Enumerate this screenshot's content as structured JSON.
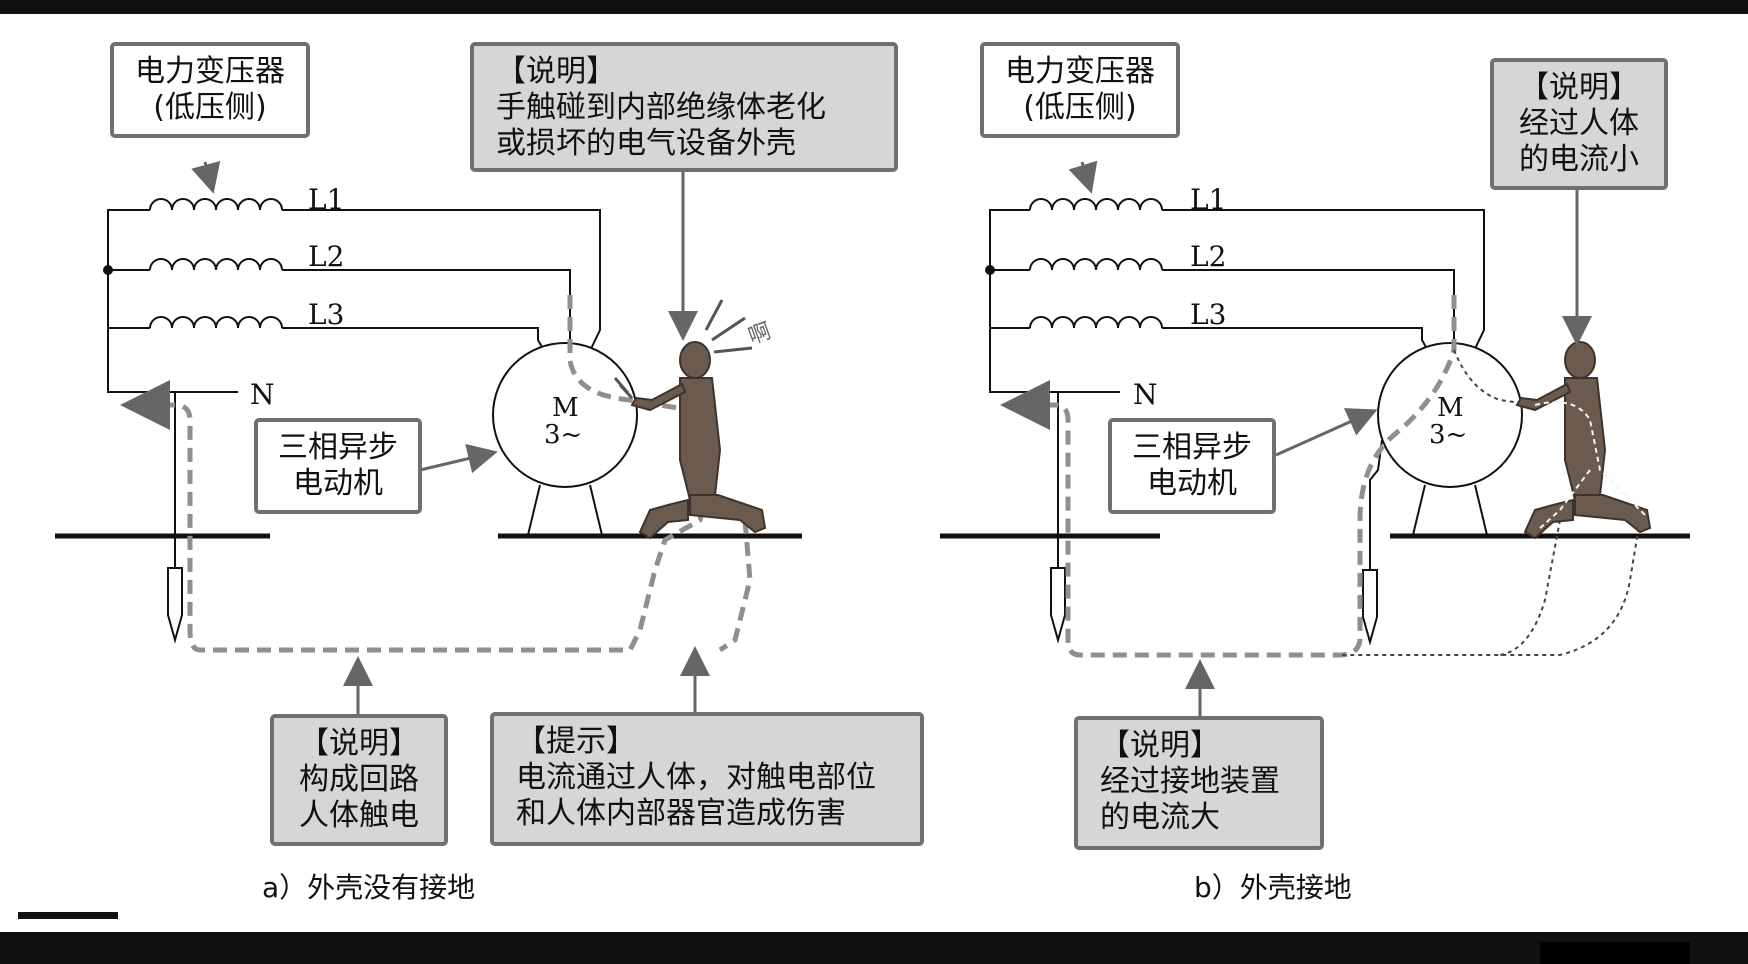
{
  "panel_a": {
    "transformer": {
      "line1": "电力变压器",
      "line2": "(低压侧)"
    },
    "phases": [
      "L1",
      "L2",
      "L3"
    ],
    "neutral": "N",
    "motor": {
      "symbol": "M",
      "type": "3~"
    },
    "motor_box": {
      "line1": "三相异步",
      "line2": "电动机"
    },
    "note_top": {
      "line1": "【说明】",
      "line2": "手触碰到内部绝缘体老化",
      "line3": "或损坏的电气设备外壳"
    },
    "exclaim": "啊",
    "note_bottom_left": {
      "line1": "【说明】",
      "line2": "构成回路",
      "line3": "人体触电"
    },
    "hint": {
      "line1": "【提示】",
      "line2": "电流通过人体，对触电部位",
      "line3": "和人体内部器官造成伤害"
    },
    "caption": "a）外壳没有接地"
  },
  "panel_b": {
    "transformer": {
      "line1": "电力变压器",
      "line2": "(低压侧)"
    },
    "phases": [
      "L1",
      "L2",
      "L3"
    ],
    "neutral": "N",
    "motor": {
      "symbol": "M",
      "type": "3~"
    },
    "motor_box": {
      "line1": "三相异步",
      "line2": "电动机"
    },
    "note_top": {
      "line1": "【说明】",
      "line2": "经过人体",
      "line3": "的电流小"
    },
    "note_bottom": {
      "line1": "【说明】",
      "line2": "经过接地装置",
      "line3": "的电流大"
    },
    "caption": "b）外壳接地"
  },
  "colors": {
    "arrow": "#666666",
    "current_path": "#8a8a8a",
    "note_fill": "#d6d6d6",
    "figure": "#6b5a4e"
  }
}
